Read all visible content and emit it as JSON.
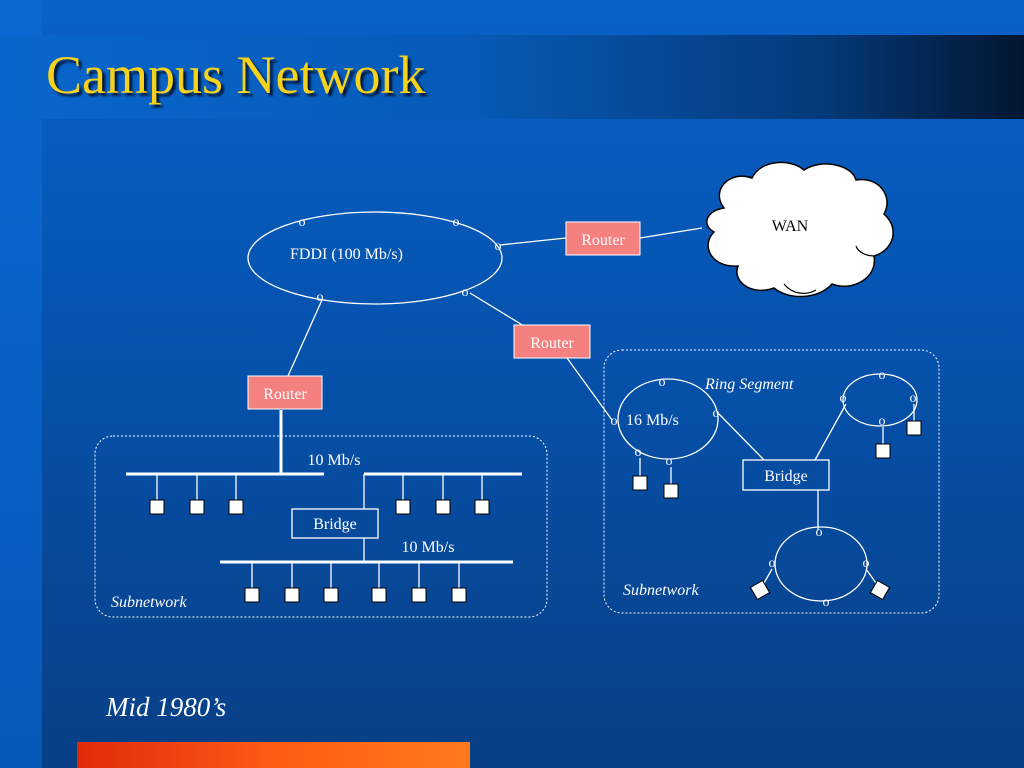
{
  "slide": {
    "title": "Campus Network",
    "footer": "Mid 1980’s",
    "accent_color": "#f7d21c",
    "router_color": "#f58080"
  },
  "diagram": {
    "fddi_label": "FDDI (100 Mb/s)",
    "wan_label": "WAN",
    "router_label": "Router",
    "bridge_label": "Bridge",
    "bus_speed_label": "10 Mb/s",
    "ring_segment_label": "Ring Segment",
    "ring_speed_label": "16 Mb/s",
    "subnetwork_label": "Subnetwork",
    "node_glyph": "o"
  }
}
